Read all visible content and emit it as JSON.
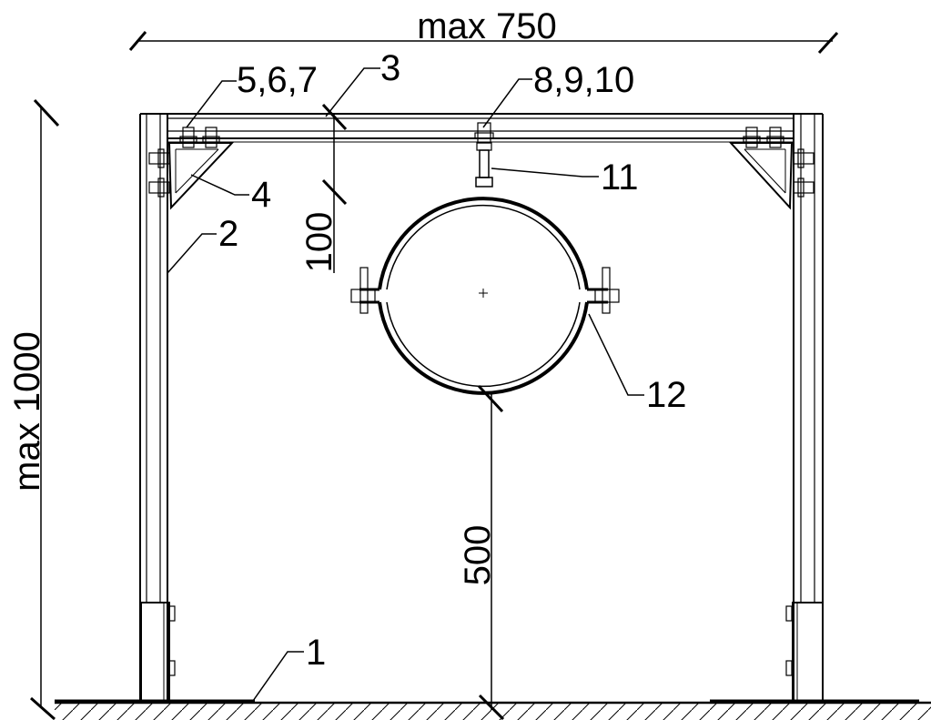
{
  "dimensions": {
    "width_label": "max 750",
    "height_label": "max 1000",
    "offset_label": "100",
    "clearance_label": "500"
  },
  "callouts": {
    "base": "1",
    "post": "2",
    "beam": "3",
    "bracket": "4",
    "bracket_bolts": "5,6,7",
    "hanger_bolts": "8,9,10",
    "threaded_rod": "11",
    "pipe_clamp": "12"
  },
  "colors": {
    "line": "#000000",
    "background": "#ffffff"
  }
}
